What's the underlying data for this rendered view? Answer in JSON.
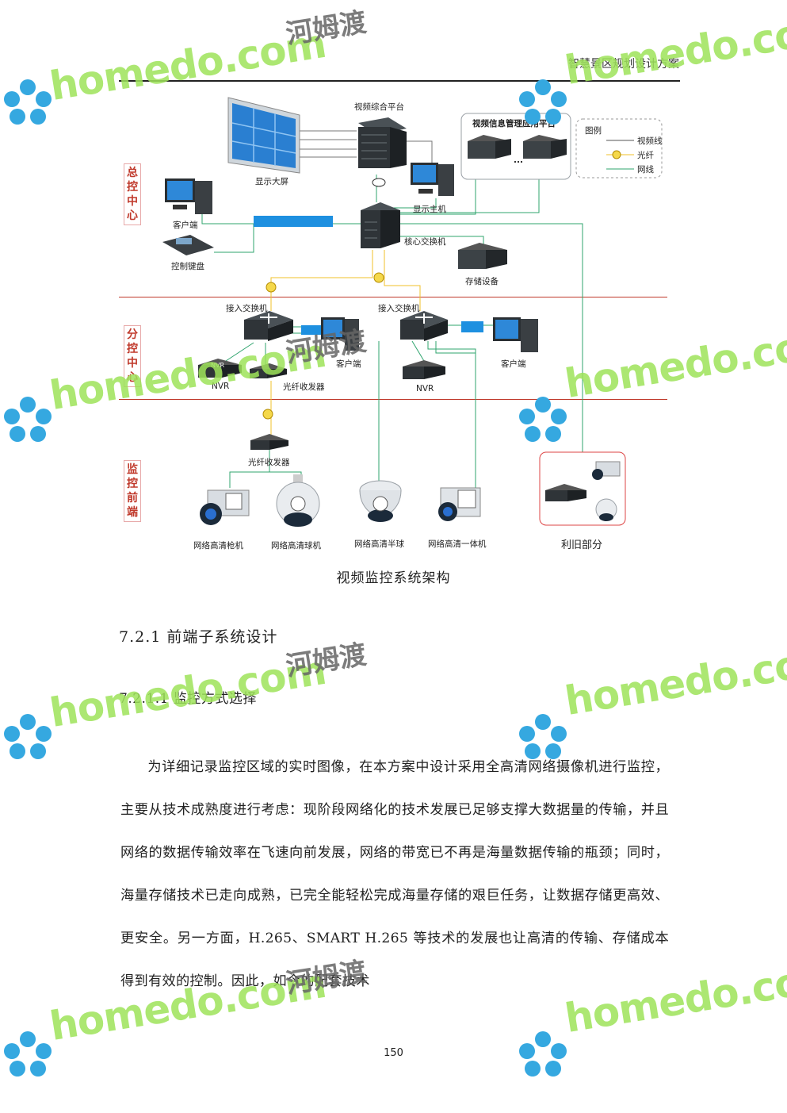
{
  "header": {
    "title": "智慧景区规划设计方案"
  },
  "diagram": {
    "sections": {
      "control_center": "总控中心",
      "sub_center": "分控中心",
      "front_end": "监控前端"
    },
    "labels": {
      "video_platform": "视频综合平台",
      "app_platform": "视频信息管理应用平台",
      "ellipsis": "...",
      "display_wall": "显示大屏",
      "display_host": "显示主机",
      "client": "客户端",
      "keyboard": "控制键盘",
      "core_switch": "核心交换机",
      "storage": "存储设备",
      "access_switch_1": "接入交换机",
      "access_switch_2": "接入交换机",
      "client_2": "客户端",
      "client_3": "客户端",
      "nvr_1": "NVR",
      "nvr_2": "NVR",
      "nvr_badge": "NVR",
      "transceiver_1": "光纤收发器",
      "transceiver_2": "光纤收发器",
      "cam_bullet": "网络高清枪机",
      "cam_dome": "网络高清球机",
      "cam_hemi": "网络高清半球",
      "cam_integrated": "网络高清一体机",
      "reuse": "利旧部分"
    },
    "legend": {
      "title": "图例",
      "video": "视频线",
      "fiber": "光纤",
      "network": "网线"
    },
    "colors": {
      "video_line": "#555555",
      "fiber_line": "#f0c02a",
      "network_line": "#2fa46e",
      "section_red": "#c0392b"
    }
  },
  "caption": "视频监控系统架构",
  "section_heading": "7.2.1 前端子系统设计",
  "subsection_heading": "7.2.1.1 监控方式选择",
  "paragraph": "为详细记录监控区域的实时图像，在本方案中设计采用全高清网络摄像机进行监控，主要从技术成熟度进行考虑：现阶段网络化的技术发展已足够支撑大数据量的传输，并且网络的数据传输效率在飞速向前发展，网络的带宽已不再是海量数据传输的瓶颈；同时，海量存储技术已走向成熟，已完全能轻松完成海量存储的艰巨任务，让数据存储更高效、更安全。另一方面，H.265、SMART H.265 等技术的发展也让高清的传输、存储成本得到有效的控制。因此，如今的配套技术",
  "page_number": "150",
  "watermark": {
    "latin": "homedo.com",
    "chinese": "河姆渡"
  }
}
